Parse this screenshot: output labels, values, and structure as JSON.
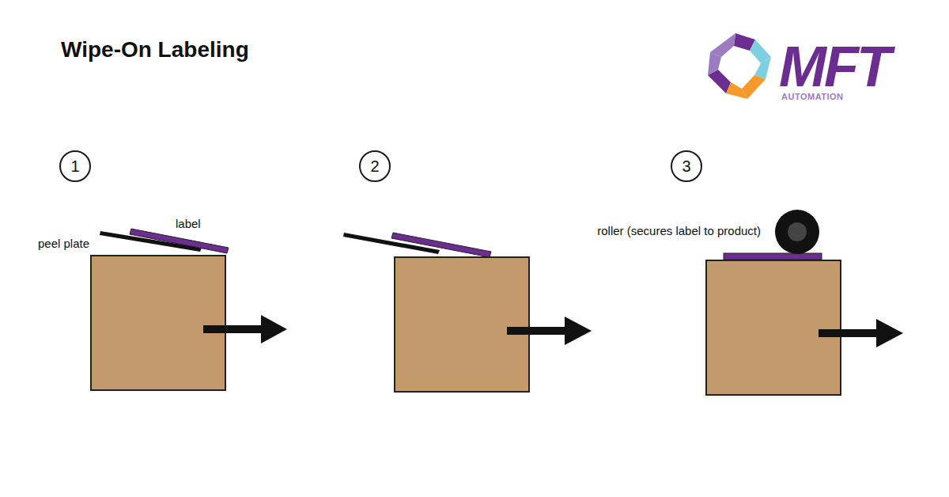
{
  "diagram": {
    "title": "Wipe-On Labeling",
    "nodes": [
      {
        "text": [
          "1"
        ]
      },
      {
        "text": [
          "2"
        ]
      },
      {
        "text": [
          "3"
        ]
      }
    ],
    "labels": [
      "MFT",
      "AUTOMATION",
      "label",
      "peel plate",
      "roller (secures label to product)"
    ]
  }
}
